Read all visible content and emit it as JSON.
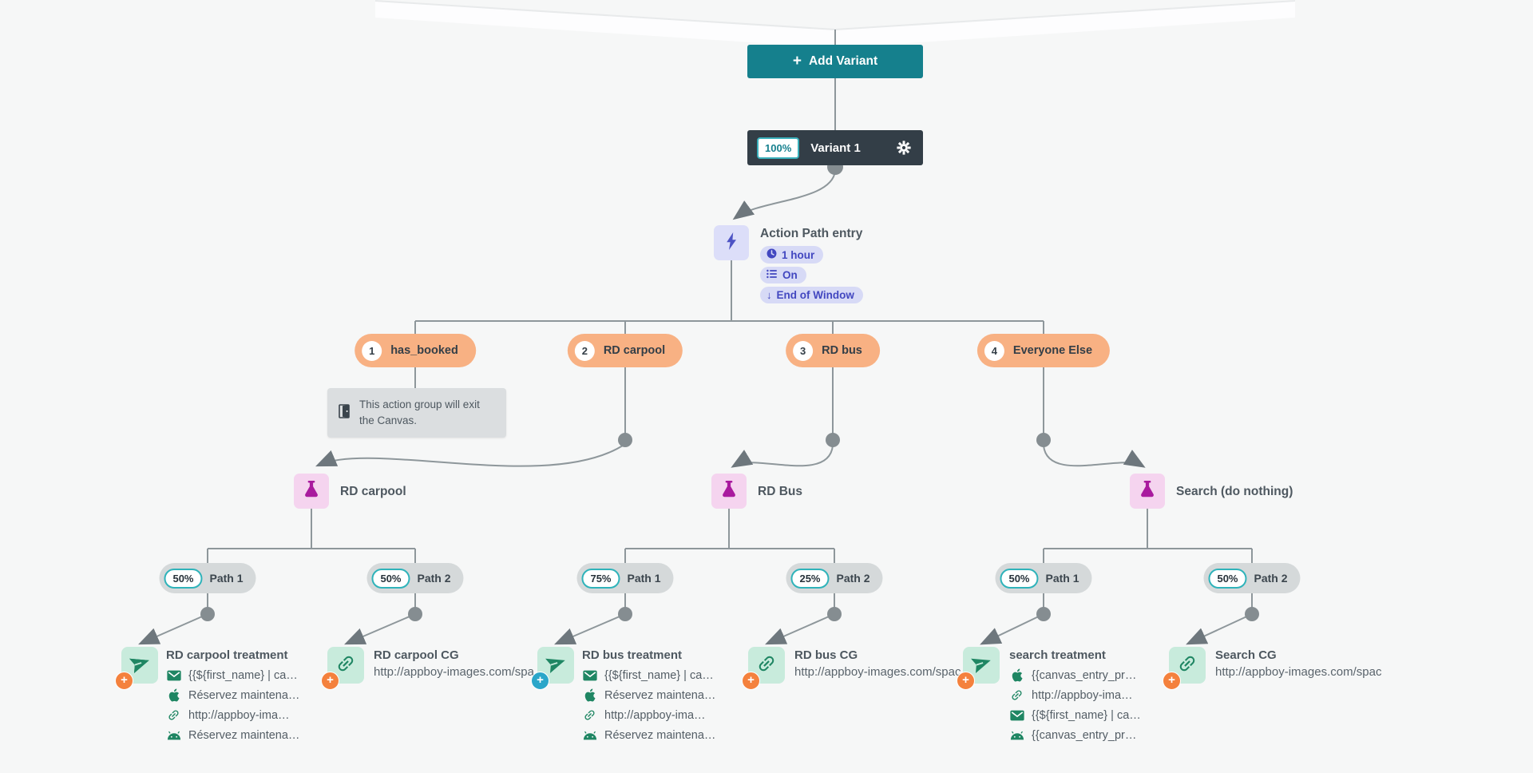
{
  "add_variant": {
    "label": "Add Variant",
    "icon": "plus"
  },
  "variant": {
    "percent": "100%",
    "name": "Variant 1",
    "settings_icon": "gear"
  },
  "action_path": {
    "title": "Action Path entry",
    "badges": [
      {
        "icon": "clock",
        "label": "1 hour"
      },
      {
        "icon": "list",
        "label": "On"
      },
      {
        "icon": "arrow-down",
        "label": "End of Window"
      }
    ]
  },
  "action_groups": [
    {
      "number": "1",
      "label": "has_booked"
    },
    {
      "number": "2",
      "label": "RD carpool"
    },
    {
      "number": "3",
      "label": "RD bus"
    },
    {
      "number": "4",
      "label": "Everyone Else"
    }
  ],
  "exit_tooltip": {
    "icon": "exit-door",
    "text": "This action group will exit the Canvas."
  },
  "experiments": [
    {
      "icon": "flask",
      "name": "RD carpool"
    },
    {
      "icon": "flask",
      "name": "RD Bus"
    },
    {
      "icon": "flask",
      "name": "Search (do nothing)"
    }
  ],
  "paths": [
    {
      "percent": "50%",
      "label": "Path 1"
    },
    {
      "percent": "50%",
      "label": "Path 2"
    },
    {
      "percent": "75%",
      "label": "Path 1"
    },
    {
      "percent": "25%",
      "label": "Path 2"
    },
    {
      "percent": "50%",
      "label": "Path 1"
    },
    {
      "percent": "50%",
      "label": "Path 2"
    }
  ],
  "steps": [
    {
      "title": "RD carpool treatment",
      "icon": "send",
      "badge": "plus-orange",
      "channels": [
        {
          "icon": "email",
          "text": "{{${first_name} | ca…"
        },
        {
          "icon": "apple",
          "text": "Réservez maintena…"
        },
        {
          "icon": "link",
          "text": "http://appboy-ima…"
        },
        {
          "icon": "android",
          "text": "Réservez maintena…"
        }
      ]
    },
    {
      "title": "RD carpool CG",
      "icon": "link",
      "badge": "plus-orange",
      "url": "http://appboy-images.com/spa"
    },
    {
      "title": "RD bus treatment",
      "icon": "send",
      "badge": "plus-blue",
      "channels": [
        {
          "icon": "email",
          "text": "{{${first_name} | ca…"
        },
        {
          "icon": "apple",
          "text": "Réservez maintena…"
        },
        {
          "icon": "link",
          "text": "http://appboy-ima…"
        },
        {
          "icon": "android",
          "text": "Réservez maintena…"
        }
      ]
    },
    {
      "title": "RD bus CG",
      "icon": "link",
      "badge": "plus-orange",
      "url": "http://appboy-images.com/spac"
    },
    {
      "title": "search treatment",
      "icon": "send",
      "badge": "plus-orange",
      "channels": [
        {
          "icon": "apple",
          "text": "{{canvas_entry_pr…"
        },
        {
          "icon": "link",
          "text": "http://appboy-ima…"
        },
        {
          "icon": "email",
          "text": "{{${first_name} | ca…"
        },
        {
          "icon": "android",
          "text": "{{canvas_entry_pr…"
        }
      ]
    },
    {
      "title": "Search CG",
      "icon": "link",
      "badge": "plus-orange",
      "url": "http://appboy-images.com/spac"
    }
  ],
  "colors": {
    "teal_button": "#15808d",
    "dark_node": "#333e47",
    "percent_border": "#3ab0bb",
    "orange_pill": "#f8b183",
    "lavender_node": "#dcdef9",
    "purple_icon": "#4d53c4",
    "badge_text": "#4247c0",
    "pink_node": "#f5d4ef",
    "magenta_icon": "#a91a9e",
    "mint_node": "#c8ebdc",
    "green_icon": "#1f8663",
    "plus_orange": "#f4813d",
    "plus_blue": "#2ba6c9",
    "wire_gray": "#8e979b",
    "tooltip_bg": "#dbdee0"
  }
}
